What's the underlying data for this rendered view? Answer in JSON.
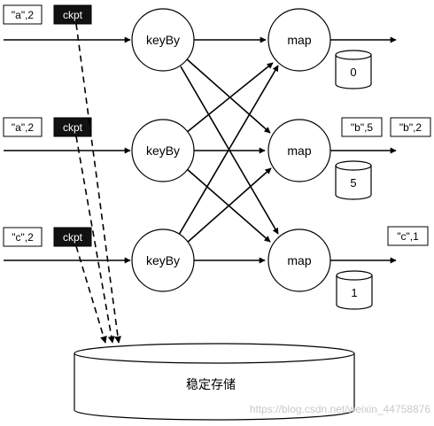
{
  "inputs": [
    {
      "record": "\"a\",2",
      "marker": "ckpt"
    },
    {
      "record": "\"a\",2",
      "marker": "ckpt"
    },
    {
      "record": "\"c\",2",
      "marker": "ckpt"
    }
  ],
  "keyby_label": "keyBy",
  "map_label": "map",
  "map_states": [
    "0",
    "5",
    "1"
  ],
  "outputs": {
    "row2": [
      "\"b\",5",
      "\"b\",2"
    ],
    "row3": [
      "\"c\",1"
    ]
  },
  "storage_label": "稳定存储",
  "watermark": "https://blog.csdn.net/weixin_44758876"
}
